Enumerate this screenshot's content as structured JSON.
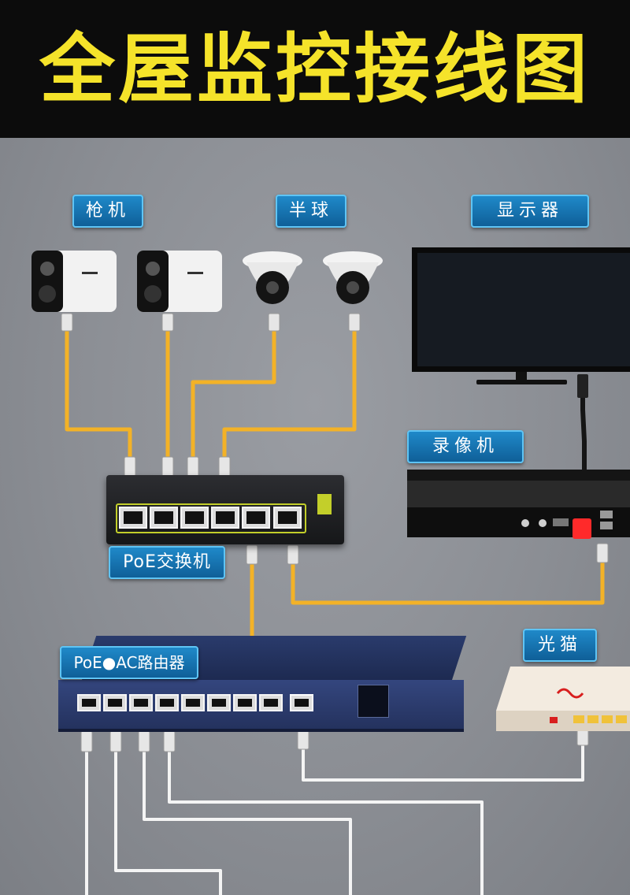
{
  "title": "全屋监控接线图",
  "labels": {
    "bullet_camera": "枪机",
    "dome_camera": "半球",
    "monitor": "显示器",
    "nvr": "录像机",
    "poe_switch": "PoE交换机",
    "ac_router": "PoE●AC路由器",
    "optical_modem": "光猫"
  },
  "colors": {
    "title_bg": "#0c0c0c",
    "title_text": "#f5e32a",
    "label_bg": "#1773b4",
    "label_border": "#5fc4f4",
    "cable_yellow": "#f3b227",
    "cable_white": "#f4f4f4",
    "cable_black": "#151515",
    "router_blue": "#2c3d6e",
    "switch_body": "#1e1f22",
    "switch_accent": "#c3cf2a",
    "nvr_indicator": "#ff2a2a"
  },
  "icons": [
    "bullet-camera-icon",
    "dome-camera-icon",
    "monitor-icon",
    "nvr-icon",
    "poe-switch-icon",
    "router-icon",
    "optical-modem-icon",
    "ethernet-plug-icon",
    "hdmi-plug-icon"
  ]
}
